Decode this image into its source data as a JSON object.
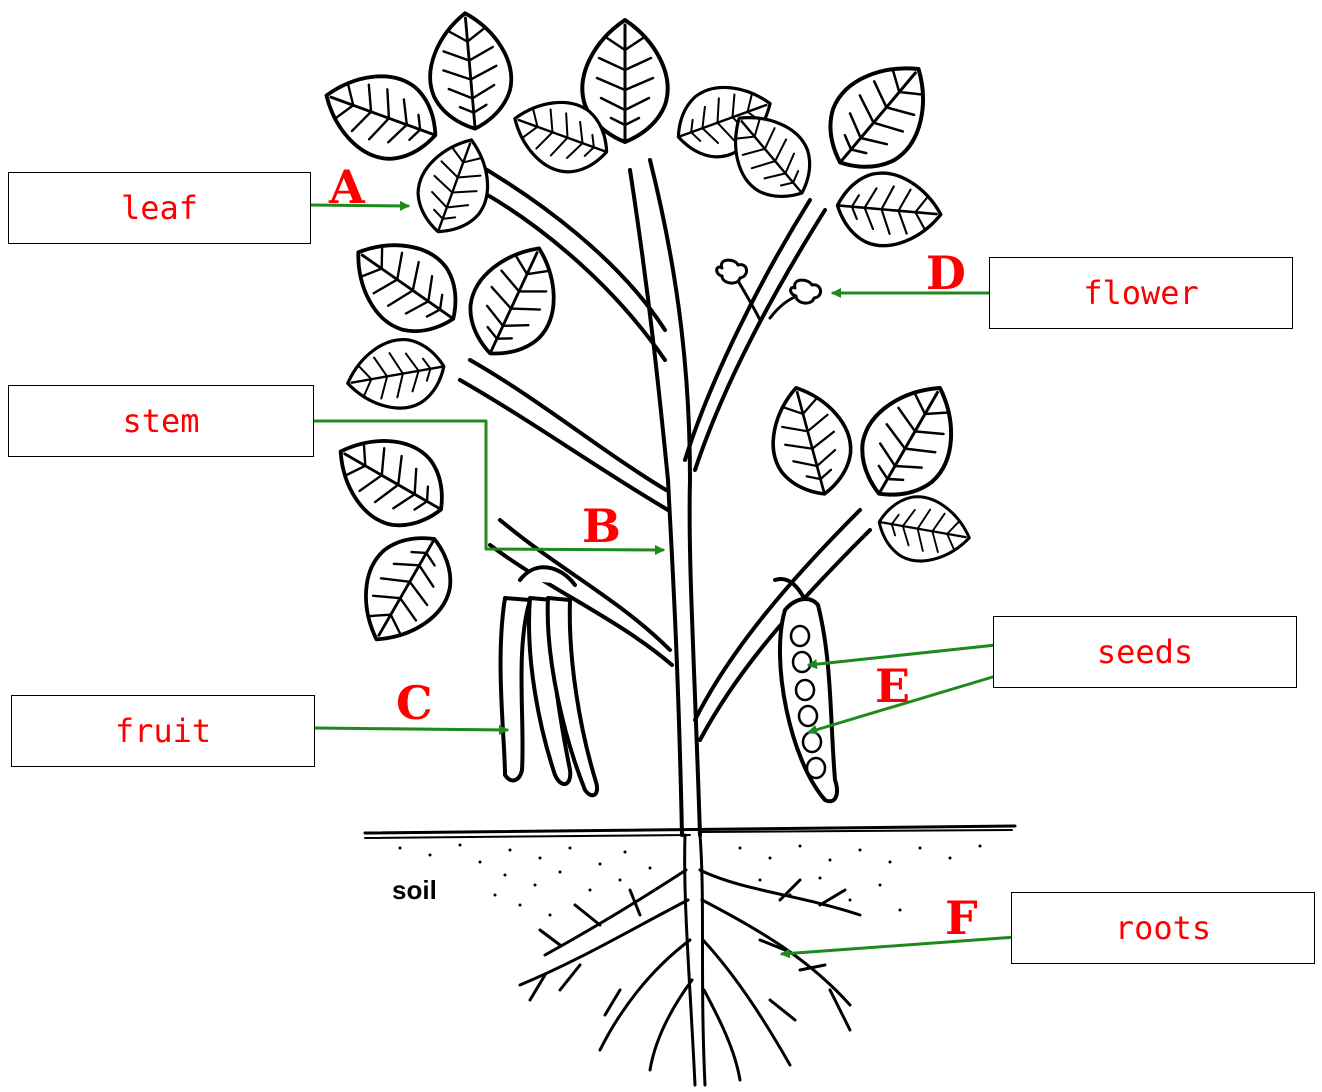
{
  "labels": {
    "leaf": "leaf",
    "stem": "stem",
    "fruit": "fruit",
    "flower": "flower",
    "seeds": "seeds",
    "roots": "roots"
  },
  "letters": {
    "A": "A",
    "B": "B",
    "C": "C",
    "D": "D",
    "E": "E",
    "F": "F"
  },
  "soil_text": "soil",
  "colors": {
    "label_text": "#ff0000",
    "letter_text": "#ff0000",
    "arrow": "#1e8a1e",
    "drawing": "#000000"
  }
}
